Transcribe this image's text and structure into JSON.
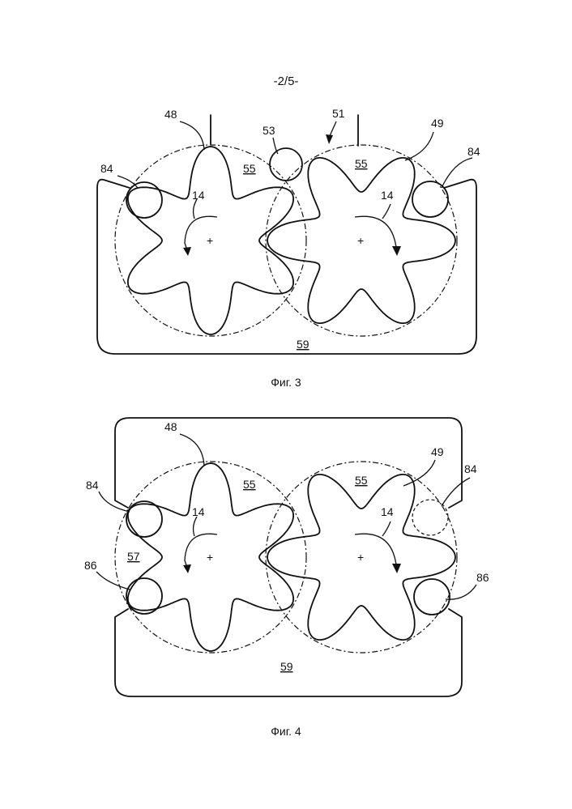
{
  "header": {
    "page_number": "-2/5-"
  },
  "figure3": {
    "caption": "Фиг. 3",
    "labels": {
      "gear_left": "48",
      "gear_right": "49",
      "arrow_51": "51",
      "ball_53": "53",
      "chamber_55_left": "55",
      "chamber_55_right": "55",
      "rotation_left": "14",
      "rotation_right": "14",
      "ball_84_left": "84",
      "ball_84_right": "84",
      "housing_59": "59"
    }
  },
  "figure4": {
    "caption": "Фиг. 4",
    "labels": {
      "gear_left": "48",
      "gear_right": "49",
      "chamber_55_left": "55",
      "chamber_55_right": "55",
      "rotation_left": "14",
      "rotation_right": "14",
      "ball_84_left": "84",
      "ball_84_right": "84",
      "ball_86_left": "86",
      "ball_86_right": "86",
      "chamber_57": "57",
      "housing_59": "59"
    }
  },
  "colors": {
    "line": "#111111",
    "background": "#ffffff"
  }
}
